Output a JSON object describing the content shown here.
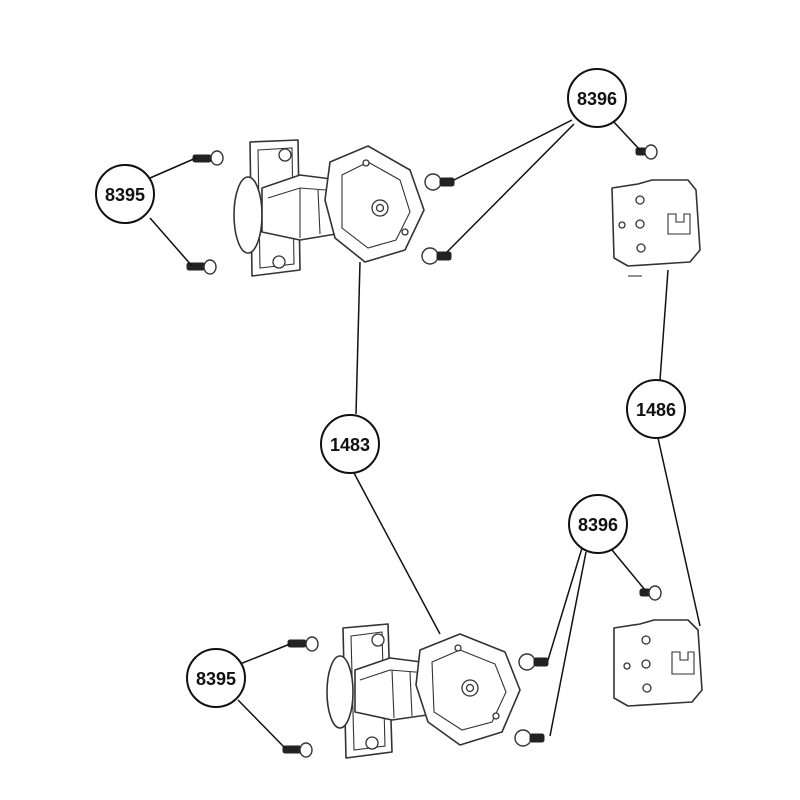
{
  "callouts": {
    "screw_top_left": "8395",
    "screw_top_right": "8396",
    "hinge": "1483",
    "plate": "1486",
    "screw_bottom_right": "8396",
    "screw_bottom_left": "8395"
  },
  "colors": {
    "line": "#111111",
    "part_outline": "#333333",
    "background": "#ffffff"
  }
}
